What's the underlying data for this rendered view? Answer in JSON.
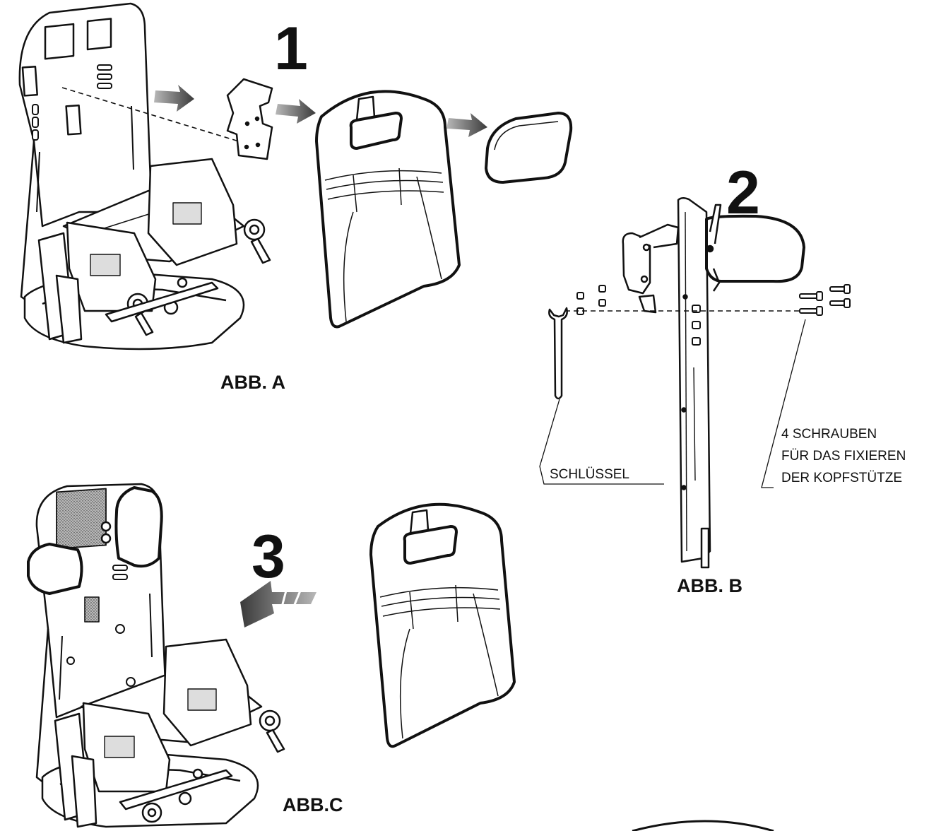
{
  "steps": {
    "one": "1",
    "two": "2",
    "three": "3"
  },
  "figures": {
    "a": "ABB. A",
    "b": "ABB. B",
    "c": "ABB.C"
  },
  "callouts": {
    "wrench": "SCHLÜSSEL",
    "screws": [
      "4 SCHRAUBEN",
      "FÜR DAS FIXIEREN",
      "DER KOPFSTÜTZE"
    ]
  },
  "colors": {
    "line": "#111111",
    "arrow_gradient": [
      "#8a8a8a",
      "#2a2a2a"
    ]
  }
}
